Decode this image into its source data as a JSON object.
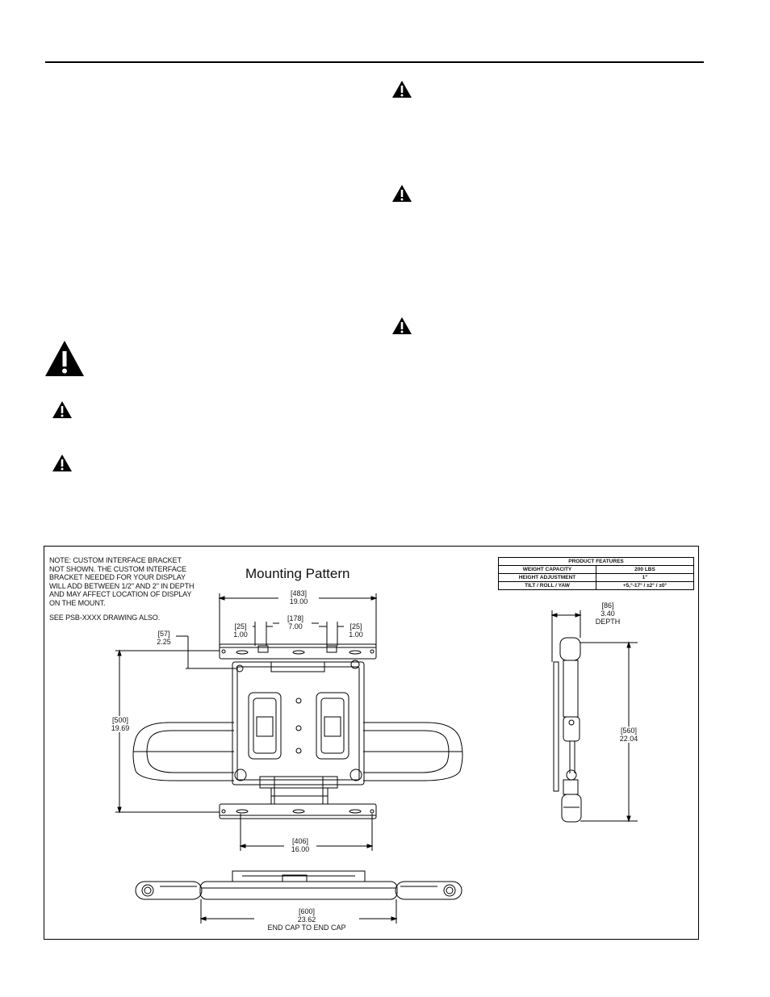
{
  "note": {
    "lines": [
      "NOTE: CUSTOM INTERFACE BRACKET",
      "NOT SHOWN. THE CUSTOM INTERFACE",
      "BRACKET NEEDED FOR YOUR DISPLAY",
      "WILL ADD BETWEEN 1/2\" AND 2\" IN DEPTH",
      "AND MAY AFFECT LOCATION OF DISPLAY",
      "ON THE MOUNT."
    ],
    "see_also": "SEE PSB-XXXX DRAWING ALSO."
  },
  "drawing_title": "Mounting Pattern",
  "features": {
    "header": "PRODUCT FEATURES",
    "rows": [
      {
        "label": "WEIGHT CAPACITY",
        "value": "200 LBS"
      },
      {
        "label": "HEIGHT ADJUSTMENT",
        "value": "1\""
      },
      {
        "label": "TILT / ROLL / YAW",
        "value": "+5,°-17° / ±2° / ±0°"
      }
    ]
  },
  "dimensions": {
    "width_top": {
      "mm": "[483]",
      "in": "19.00"
    },
    "left_offset": {
      "mm": "[25]",
      "in": "1.00"
    },
    "center_spacing": {
      "mm": "[178]",
      "in": "7.00"
    },
    "right_offset": {
      "mm": "[25]",
      "in": "1.00"
    },
    "top_gap": {
      "mm": "[57]",
      "in": "2.25"
    },
    "height": {
      "mm": "[500]",
      "in": "19.69"
    },
    "bottom_width": {
      "mm": "[406]",
      "in": "16.00"
    },
    "endcap": {
      "mm": "[600]",
      "in": "23.62",
      "label": "END CAP TO END CAP"
    },
    "depth": {
      "mm": "[86]",
      "in": "3.40",
      "label": "DEPTH"
    },
    "side_height": {
      "mm": "[560]",
      "in": "22.04"
    }
  }
}
